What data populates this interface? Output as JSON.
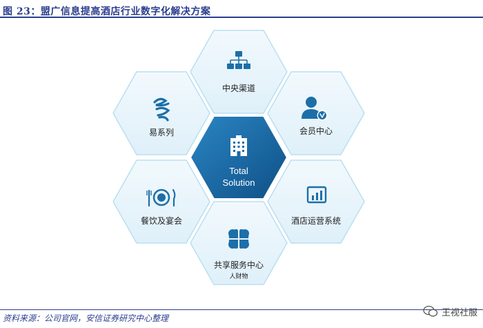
{
  "title": "图 23：盟广信息提高酒店行业数字化解决方案",
  "source": "资料来源：公司官网，安信证券研究中心整理",
  "watermark": "王视社服",
  "center": {
    "line1": "Total",
    "line2": "Solution",
    "icon": "building-icon"
  },
  "nodes": {
    "top": {
      "label": "中央渠道",
      "icon": "hierarchy-icon"
    },
    "upper_right": {
      "label": "会员中心",
      "icon": "member-verified-icon"
    },
    "lower_right": {
      "label": "酒店运营系统",
      "icon": "bar-chart-icon"
    },
    "bottom": {
      "label": "共享服务中心",
      "sublabel": "人财物",
      "icon": "clover-icon"
    },
    "lower_left": {
      "label": "餐饮及宴会",
      "icon": "dining-icon"
    },
    "upper_left": {
      "label": "易系列",
      "icon": "yi-logo-icon"
    }
  },
  "colors": {
    "title": "#2c3e8f",
    "hex_fill": "#eaf5fb",
    "hex_stroke": "#b9dff1",
    "center_fill": "#1a6aa6",
    "icon": "#1d6fa8"
  }
}
